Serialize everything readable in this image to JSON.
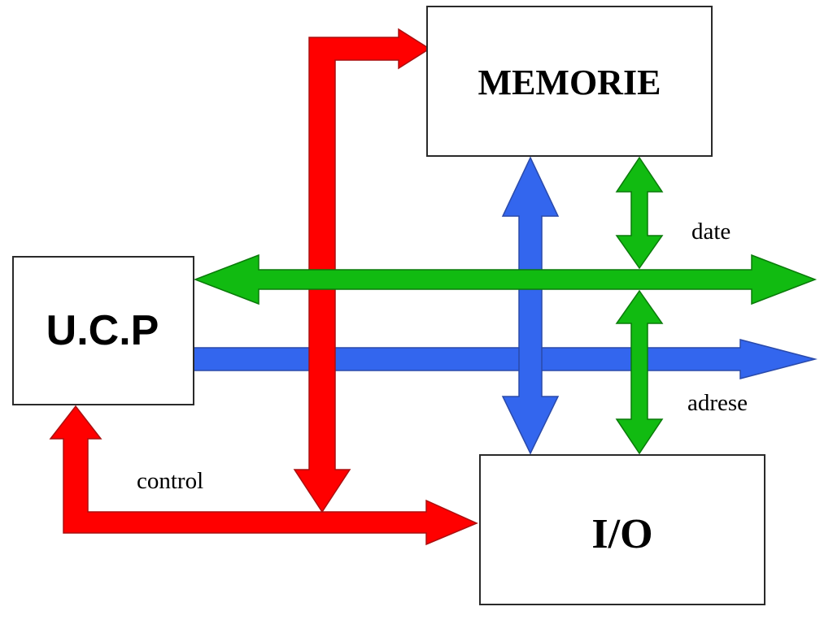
{
  "blocks": {
    "memory": "MEMORIE",
    "cpu": "U.C.P",
    "io": "I/O"
  },
  "bus_labels": {
    "data": "date",
    "address": "adrese",
    "control": "control"
  },
  "colors": {
    "control_bus": "#ff0000",
    "data_bus": "#11bb11",
    "address_bus": "#3366ee",
    "outline": "#2a2a2a"
  }
}
